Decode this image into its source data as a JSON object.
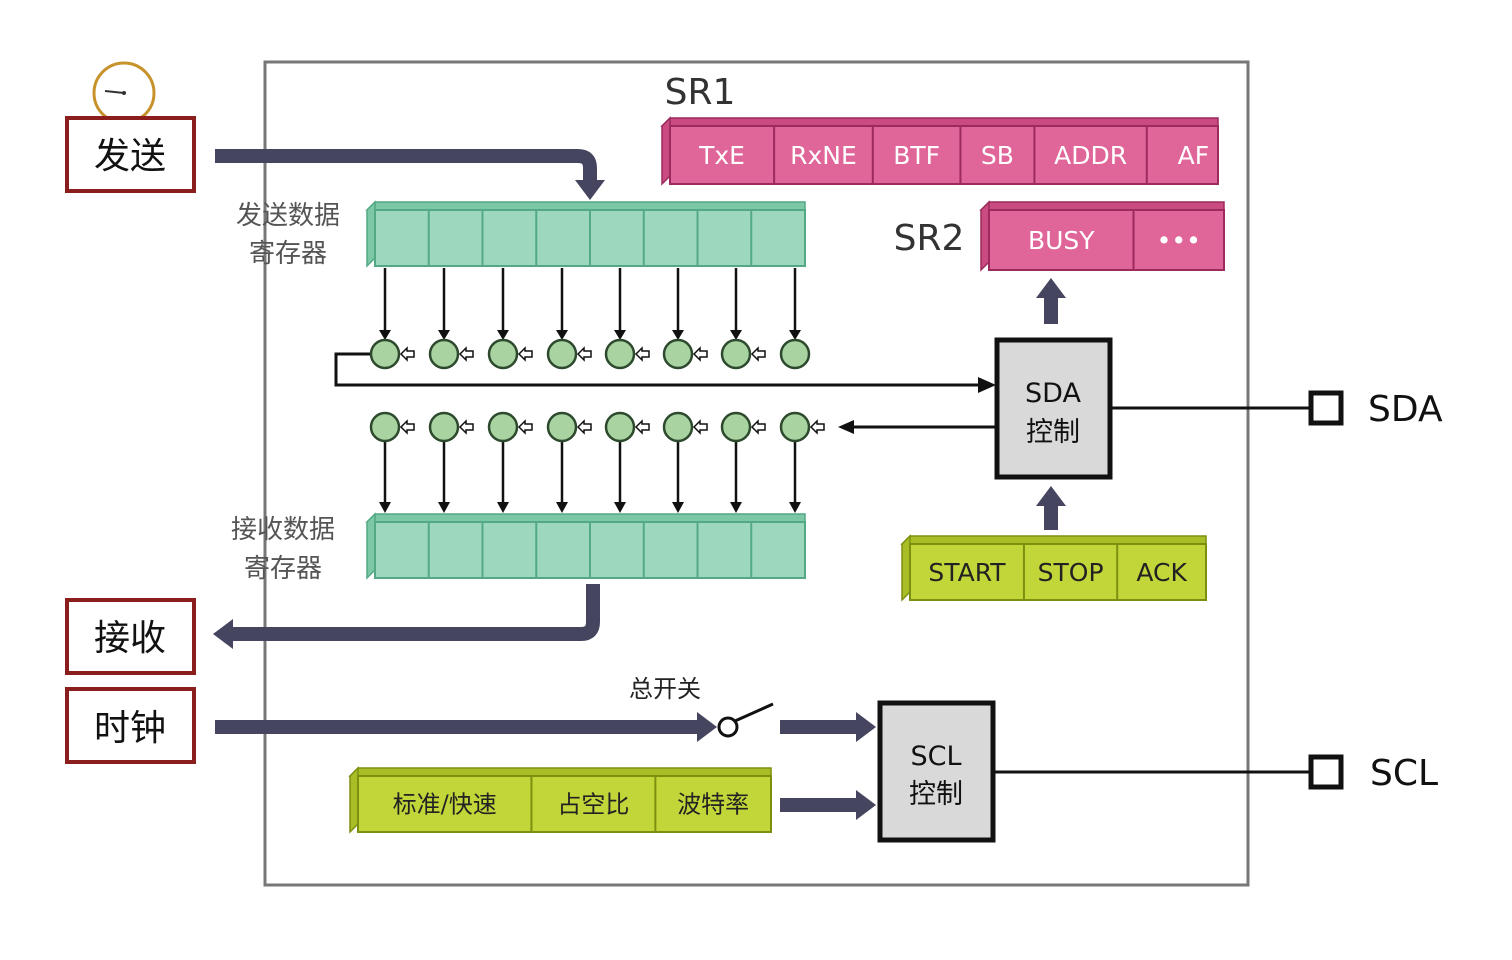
{
  "inputs": {
    "send": "发送",
    "receive": "接收",
    "clock": "时钟"
  },
  "registers": {
    "tx_label_line1": "发送数据",
    "tx_label_line2": "寄存器",
    "rx_label_line1": "接收数据",
    "rx_label_line2": "寄存器"
  },
  "sr1": {
    "title": "SR1",
    "flags": [
      "TxE",
      "RxNE",
      "BTF",
      "SB",
      "ADDR",
      "AF"
    ]
  },
  "sr2": {
    "title": "SR2",
    "flags": [
      "BUSY",
      "•••"
    ]
  },
  "sda_control": {
    "line1": "SDA",
    "line2": "控制"
  },
  "scl_control": {
    "line1": "SCL",
    "line2": "控制"
  },
  "cr_bits": [
    "START",
    "STOP",
    "ACK"
  ],
  "clock_config": [
    "标准/快速",
    "占空比",
    "波特率"
  ],
  "master_switch": "总开关",
  "pins": {
    "sda": "SDA",
    "scl": "SCL"
  },
  "colors": {
    "register_teal": "#9dd7bd",
    "flag_pink": "#e0669a",
    "control_green": "#c2d63a",
    "box_red": "#8b1d1d",
    "bus_gray": "#454560",
    "control_block": "#d9d9d9",
    "cursor_ring": "#c8922a"
  }
}
